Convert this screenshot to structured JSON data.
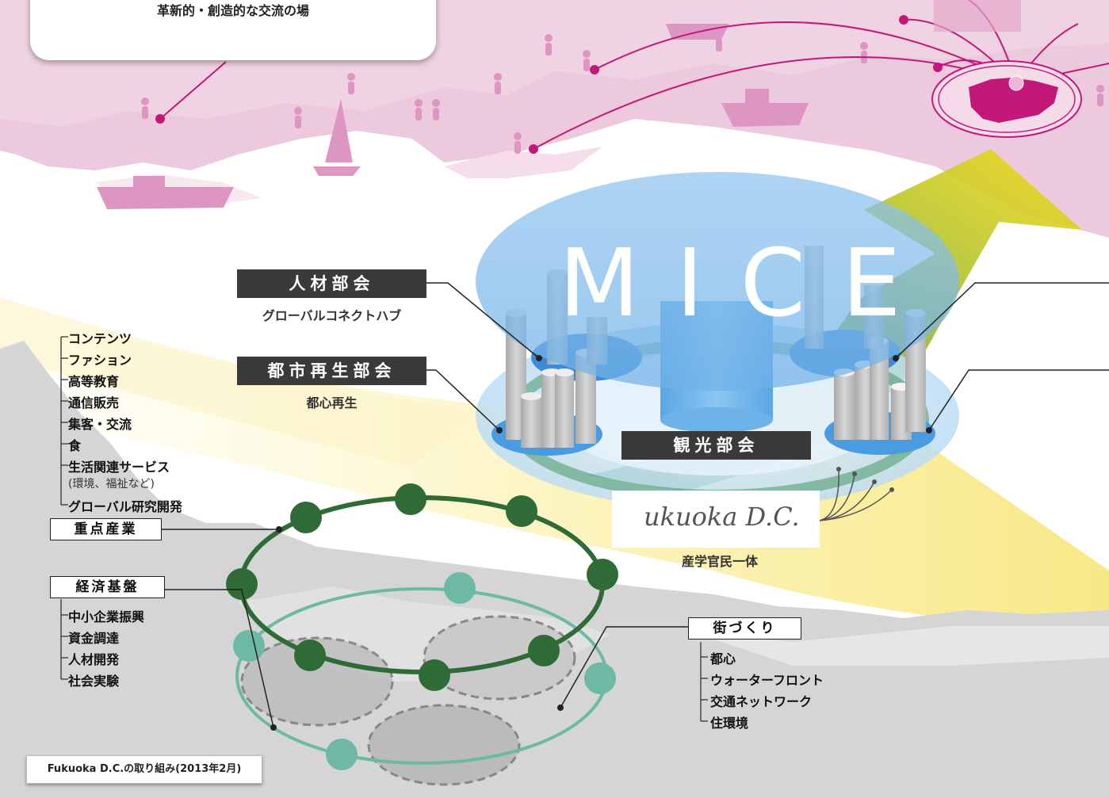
{
  "tagline": "革新的・創造的な交流の場",
  "mice": "MICE",
  "committees": {
    "jinzai": {
      "title": "人材部会",
      "subtitle": "グローバルコネクトハブ"
    },
    "toshi": {
      "title": "都市再生部会",
      "subtitle": "都心再生"
    },
    "kanko": {
      "title": "観光部会"
    }
  },
  "fukuoka": {
    "logo_text": "ukuoka D.C.",
    "subtitle": "産学官民一体"
  },
  "juten": {
    "title": "重点産業",
    "items": [
      "コンテンツ",
      "ファション",
      "高等教育",
      "通信販売",
      "集客・交流",
      "食",
      "生活関連サービス",
      "(環境、福祉など)",
      "グローバル研究開発"
    ]
  },
  "keizai": {
    "title": "経済基盤",
    "items": [
      "中小企業振興",
      "資金調達",
      "人材開発",
      "社会実験"
    ]
  },
  "machi": {
    "title": "街づくり",
    "items": [
      "都心",
      "ウォーターフロント",
      "交通ネットワーク",
      "住環境"
    ]
  },
  "footnote": "Fukuoka D.C.の取り組み(2013年2月)",
  "colors": {
    "pink": "#e9c3da",
    "magenta": "#c2187a",
    "blue": "#5aa7e6",
    "yellow": "#f5df1e",
    "dark_green": "#2f6b36",
    "teal": "#6db9a6",
    "gray": "#d6d6d6",
    "label_dark": "#3a3a3a"
  }
}
